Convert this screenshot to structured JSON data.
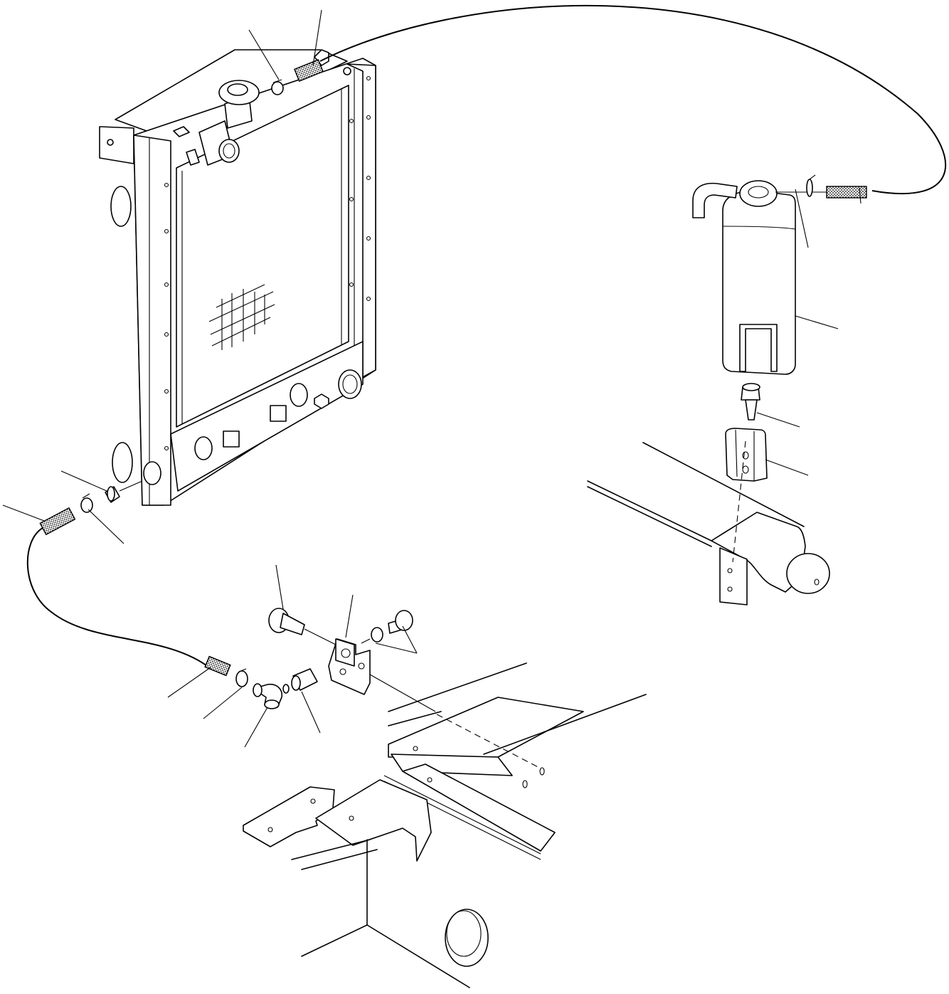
{
  "diagram": {
    "type": "exploded-parts-view",
    "components": [
      "radiator",
      "reservoir-tank",
      "overflow-hose",
      "drain-hose",
      "hose-clamps",
      "hose-joints",
      "elbow",
      "drain-valve",
      "bracket",
      "bolts",
      "washer",
      "frame"
    ],
    "callout_count": 20
  }
}
